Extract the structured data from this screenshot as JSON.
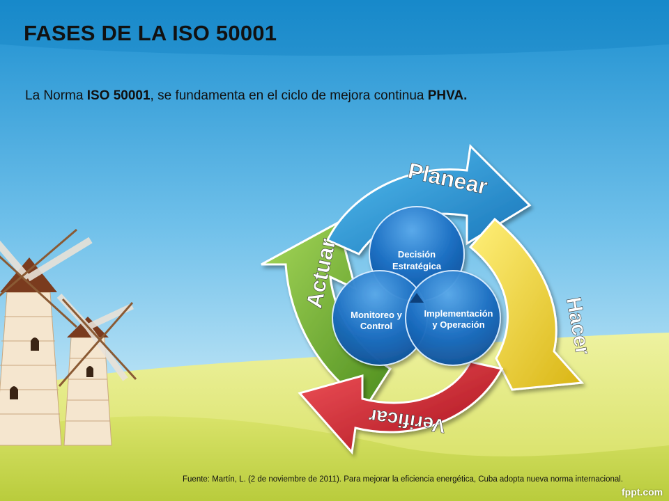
{
  "title": "FASES DE LA ISO 50001",
  "subtitle": {
    "t1": "La Norma ",
    "b1": "ISO 50001",
    "t2": ", se fundamenta en el ciclo de mejora continua ",
    "b2": "PHVA."
  },
  "cycle": {
    "planear": "Planear",
    "hacer": "Hacer",
    "verificar": "Verificar",
    "actuar": "Actuar"
  },
  "center": {
    "top_line1": "Decisión",
    "top_line2": "Estratégica",
    "left_line1": "Monitoreo y",
    "left_line2": "Control",
    "right_line1": "Implementación",
    "right_line2": "y Operación"
  },
  "source": "Fuente: Martín, L. (2 de noviembre de 2011). Para mejorar la eficiencia energética, Cuba adopta nueva norma internacional.",
  "brand": "fppt.com",
  "colors": {
    "planear": "#2a9ad6",
    "hacer": "#e8cf2a",
    "verificar": "#d4202e",
    "actuar": "#7ab83c",
    "center": "#1f74c4"
  }
}
